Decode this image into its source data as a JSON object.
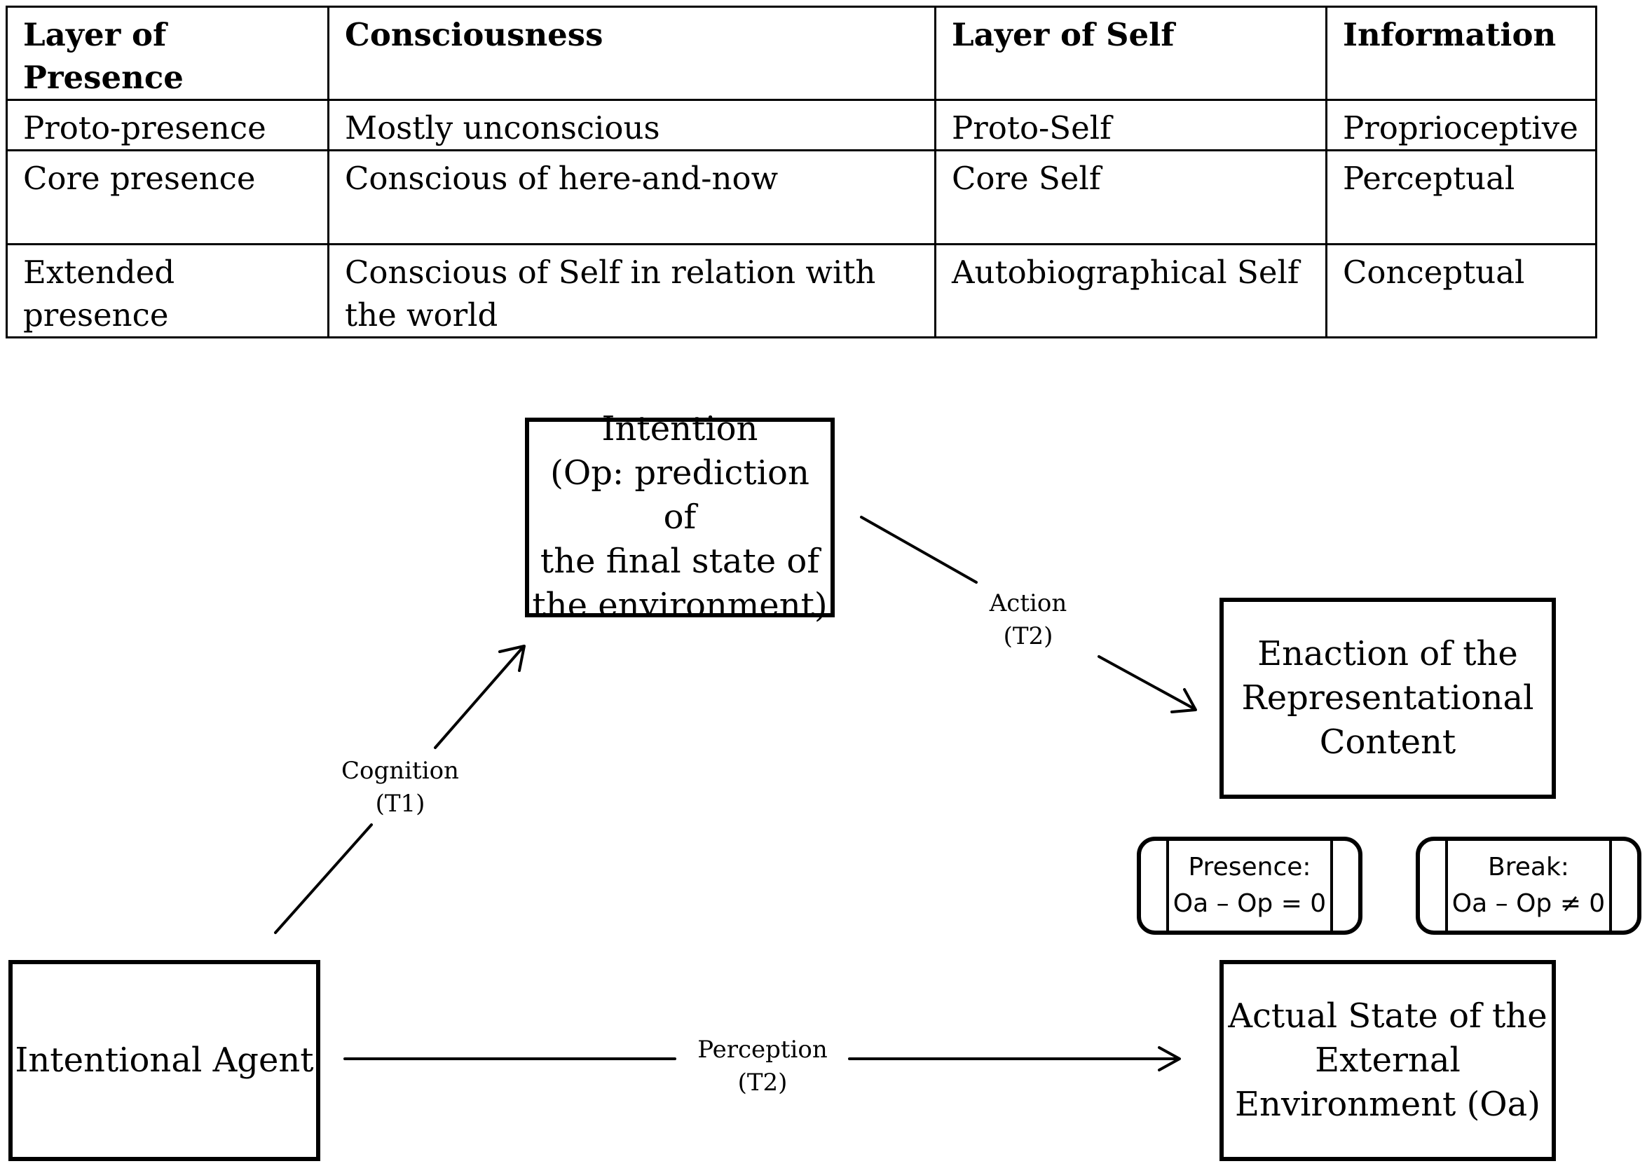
{
  "table": {
    "headers": [
      "Layer of Presence",
      "Consciousness",
      "Layer of Self",
      "Information"
    ],
    "rows": [
      [
        "Proto-presence",
        "Mostly unconscious",
        "Proto-Self",
        "Proprioceptive"
      ],
      [
        "Core presence",
        "Conscious of here-and-now",
        "Core Self",
        "Perceptual"
      ],
      [
        "Extended presence",
        "Conscious of Self in relation with the world",
        "Autobiographical Self",
        "Conceptual"
      ]
    ]
  },
  "diagram": {
    "intention": {
      "line1": "Intention",
      "line2": "(Op: prediction of",
      "line3": "the final state of",
      "line4": "the environment)"
    },
    "enaction": {
      "line1": "Enaction of the",
      "line2": "Representational",
      "line3": "Content"
    },
    "agent": {
      "label": "Intentional Agent"
    },
    "actual_state": {
      "line1": "Actual State of the",
      "line2": "External",
      "line3": "Environment (Oa)"
    },
    "edges": {
      "action": {
        "line1": "Action",
        "line2": "(T2)"
      },
      "cognition": {
        "line1": "Cognition",
        "line2": "(T1)"
      },
      "perception": {
        "line1": "Perception",
        "line2": "(T2)"
      }
    },
    "presence_pill": {
      "line1": "Presence:",
      "line2": "Oa – Op = 0"
    },
    "break_pill": {
      "line1": "Break:",
      "line2": "Oa – Op ≠ 0"
    }
  }
}
